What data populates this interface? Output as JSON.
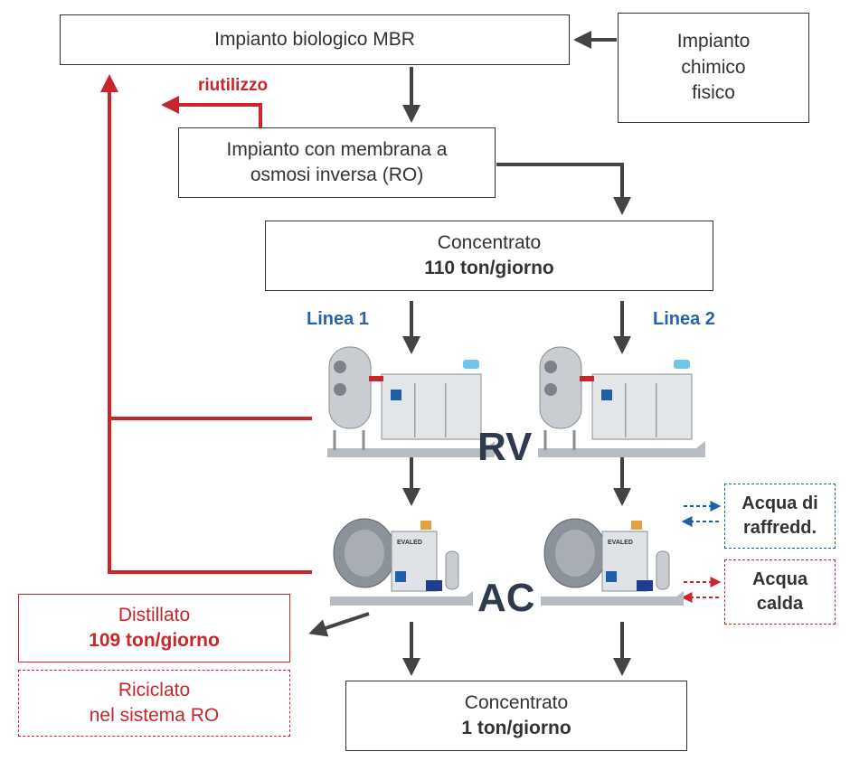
{
  "boxes": {
    "mbr": "Impianto biologico MBR",
    "chem_line1": "Impianto",
    "chem_line2": "chimico",
    "chem_line3": "fisico",
    "ro_line1": "Impianto con membrana a",
    "ro_line2": "osmosi inversa (RO)",
    "conc1_line1": "Concentrato",
    "conc1_line2": "110 ton/giorno",
    "conc2_line1": "Concentrato",
    "conc2_line2": "1 ton/giorno",
    "dist_line1": "Distillato",
    "dist_line2": "109 ton/giorno",
    "ricic_line1": "Riciclato",
    "ricic_line2": "nel sistema RO",
    "cool_line1": "Acqua di",
    "cool_line2": "raffredd.",
    "hot_line1": "Acqua",
    "hot_line2": "calda"
  },
  "labels": {
    "reuse": "riutilizzo",
    "line1": "Linea 1",
    "line2": "Linea 2",
    "rv": "RV",
    "ac": "AC",
    "equipment_brand": "EVALED"
  },
  "colors": {
    "arrow": "#444444",
    "recycle": "#c9252b",
    "cooling": "#1f5ea8",
    "text_blue": "#2a64a8"
  },
  "icons": [
    "vacuum-evaporator-rv-icon",
    "evaporator-ac-icon"
  ]
}
